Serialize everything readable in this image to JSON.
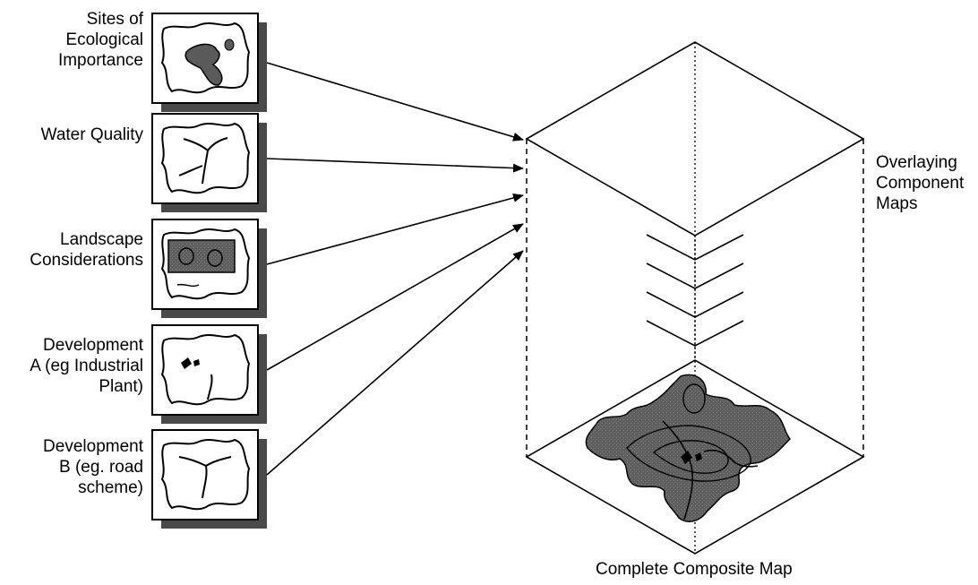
{
  "layers": [
    {
      "id": "sites",
      "label": "Sites of\nEcological\nImportance"
    },
    {
      "id": "water",
      "label": "Water Quality"
    },
    {
      "id": "landscape",
      "label": "Landscape\nConsiderations"
    },
    {
      "id": "dev_a",
      "label": "Development\nA (eg Industrial\nPlant)"
    },
    {
      "id": "dev_b",
      "label": "Development\nB (eg. road\nscheme)"
    }
  ],
  "overlay_label": "Overlaying\nComponent\nMaps",
  "composite_label": "Complete Composite Map",
  "colors": {
    "line": "#000000",
    "fill_dark": "#5a5a5a",
    "shadow": "#4a4a4a",
    "background": "#ffffff"
  }
}
